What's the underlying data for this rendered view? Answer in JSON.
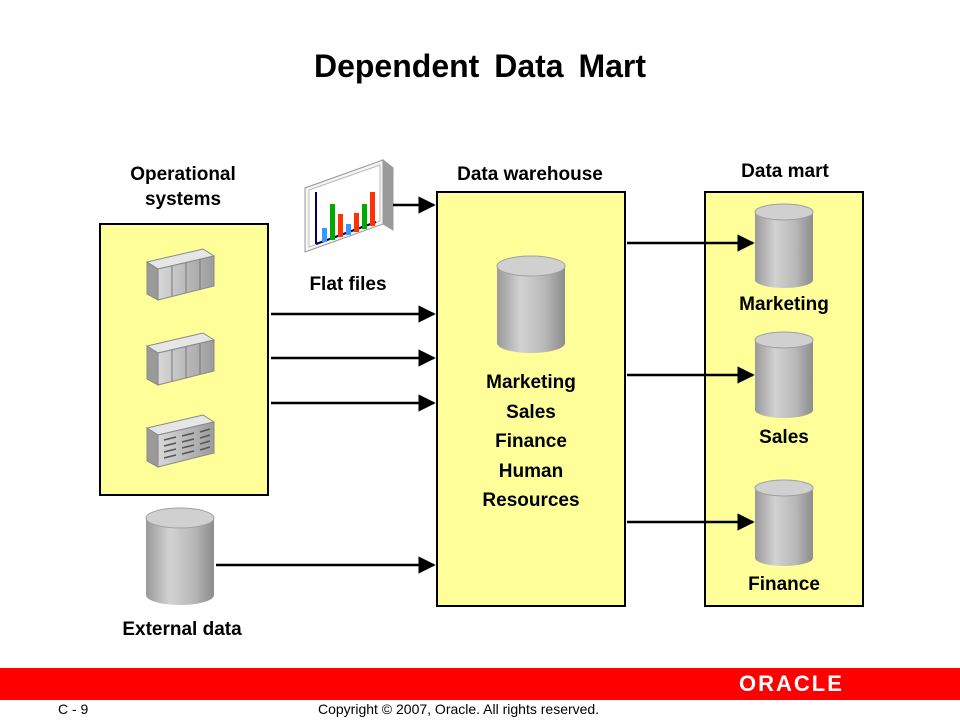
{
  "title": "Dependent Data Mart",
  "sources": {
    "operational_label": [
      "Operational",
      "systems"
    ],
    "flat_files_label": "Flat files",
    "external_label": "External data"
  },
  "warehouse": {
    "label": "Data warehouse",
    "contents": [
      "Marketing",
      "Sales",
      "Finance",
      "Human",
      "Resources"
    ]
  },
  "datamart": {
    "label": "Data mart",
    "items": [
      "Marketing",
      "Sales",
      "Finance"
    ]
  },
  "colors": {
    "panel_fill": "#ffff99",
    "cylinder": "#c0c0c0",
    "footer_bar": "#ff0000"
  },
  "footer": {
    "slide_number": "C - 9",
    "copyright": "Copyright © 2007, Oracle. All rights reserved.",
    "logo": "ORACLE"
  }
}
